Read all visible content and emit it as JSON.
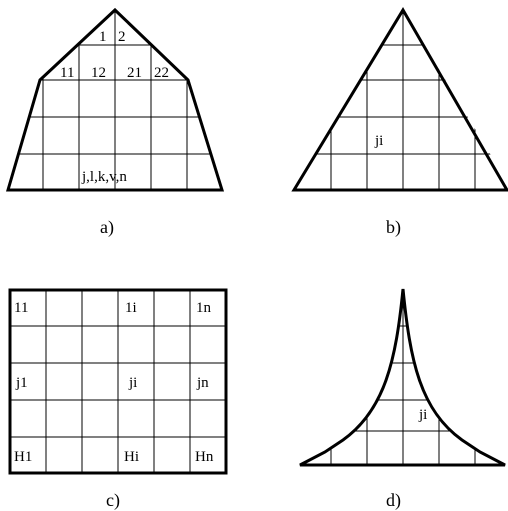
{
  "panels": {
    "a": {
      "caption": "a)",
      "labels": {
        "l1": "1",
        "l2": "2",
        "l11": "11",
        "l12": "12",
        "l21": "21",
        "l22": "22",
        "ljl": "j,l,k,v,n"
      }
    },
    "b": {
      "caption": "b)",
      "labels": {
        "ji": "ji"
      }
    },
    "c": {
      "caption": "c)",
      "labels": {
        "r1c1": "11",
        "r1c4": "1i",
        "r1c6": "1n",
        "r3c1": "j1",
        "r3c4": "ji",
        "r3c6": "jn",
        "r5c1": "H1",
        "r5c4": "Hi",
        "r5c6": "Hn"
      }
    },
    "d": {
      "caption": "d)",
      "labels": {
        "ji": "ji"
      }
    }
  }
}
